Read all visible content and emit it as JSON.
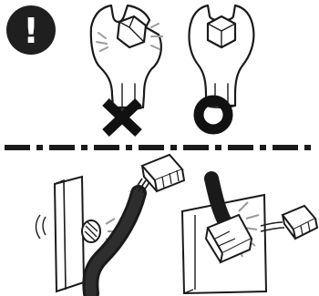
{
  "page": {
    "background_color": "#ffffff",
    "ink_color": "#1a1a1a",
    "accent_color": "#c8c8c8"
  },
  "warning": {
    "icon": "exclamation-circle-icon",
    "symbol": "!"
  },
  "top_panel": {
    "wrong_usage": {
      "illustration": "wrench-grip-misaligned",
      "mark": "cross-mark-icon"
    },
    "correct_usage": {
      "illustration": "wrench-grip-aligned",
      "mark": "circle-mark-icon"
    }
  },
  "divider": {
    "style": "dash-dot"
  },
  "bottom_panel": {
    "left_illustration": "cable-pulled-from-screw",
    "right_illustration": "cable-bent-at-connector"
  }
}
